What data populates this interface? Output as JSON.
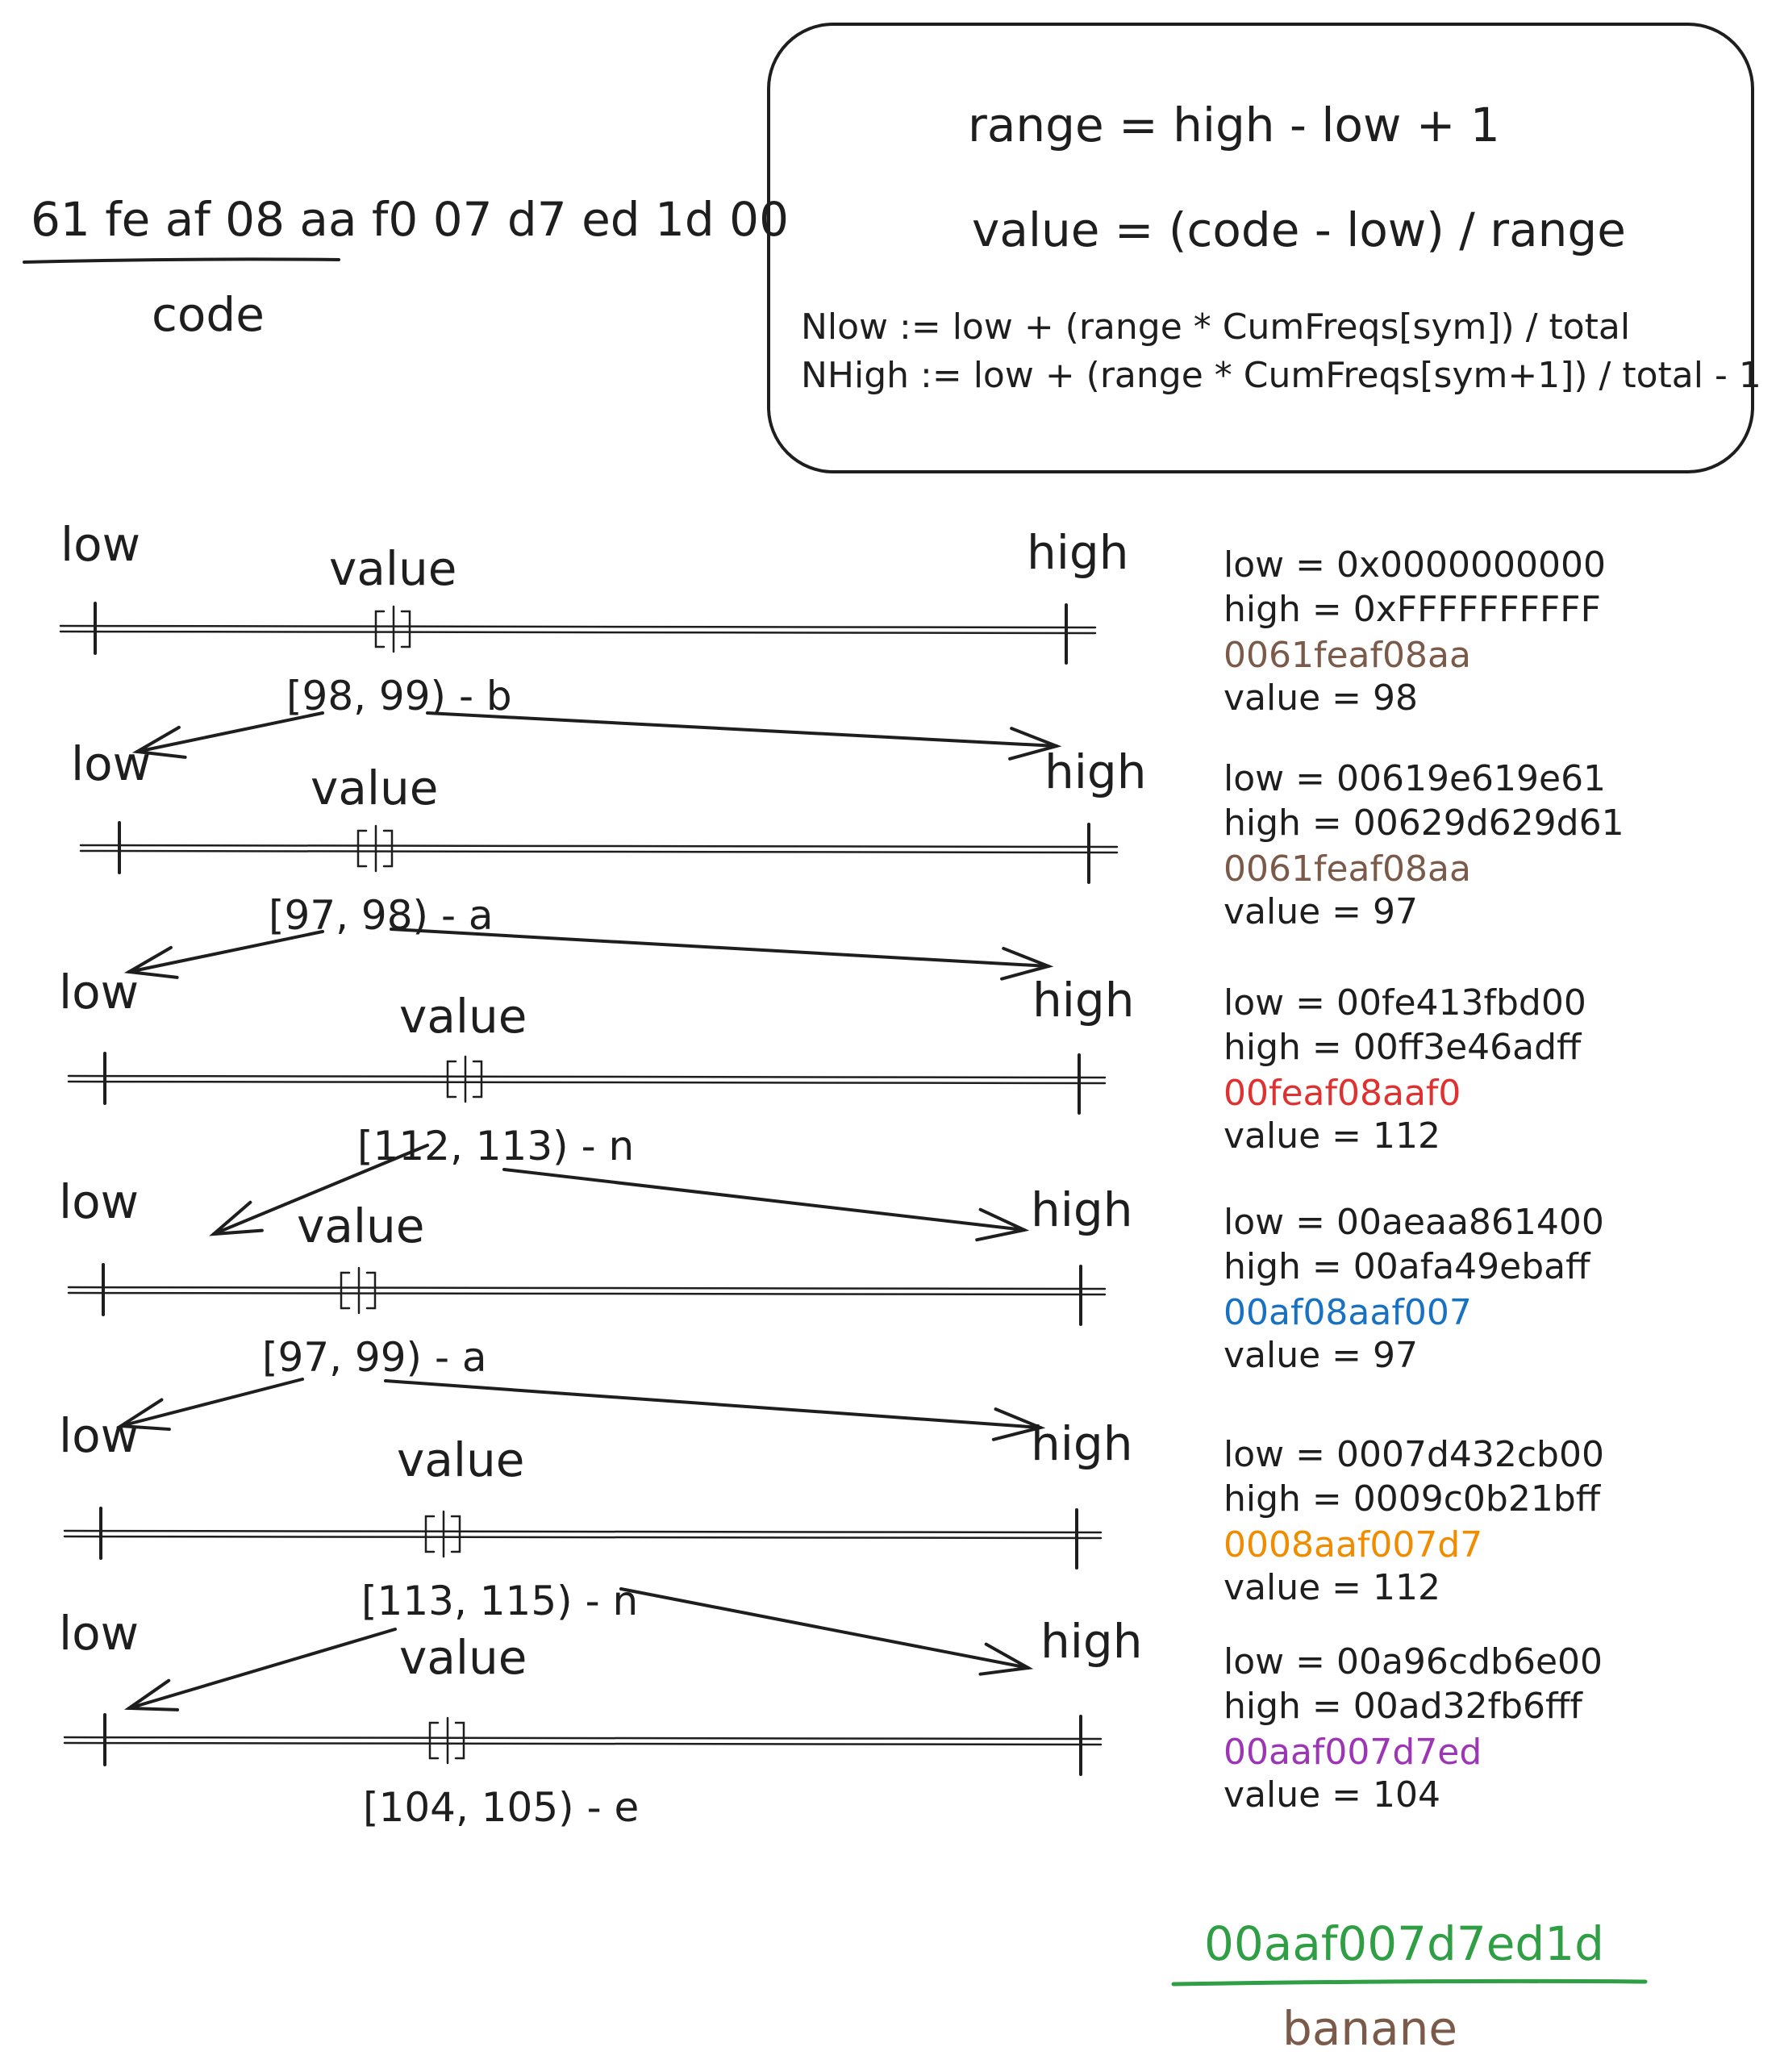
{
  "header": {
    "code_bytes": "61 fe af 08 aa f0 07 d7 ed 1d 00",
    "code_label": "code"
  },
  "formulas": {
    "range": "range = high - low + 1",
    "value": "value = (code - low) / range",
    "nlow": "Nlow := low + (range * CumFreqs[sym]) / total",
    "nhigh": "NHigh := low + (range * CumFreqs[sym+1]) / total - 1"
  },
  "steps": [
    {
      "low_label": "low",
      "value_label": "value",
      "high_label": "high",
      "interval": "[98, 99) - b",
      "low_text": "low = 0x0000000000",
      "high_text": "high = 0xFFFFFFFFFF",
      "code_window": "0061feaf08aa",
      "code_color": "#7b5a4a",
      "value_text": "value = 98"
    },
    {
      "low_label": "low",
      "value_label": "value",
      "high_label": "high",
      "interval": "[97, 98) - a",
      "low_text": "low = 00619e619e61",
      "high_text": "high = 00629d629d61",
      "code_window": "0061feaf08aa",
      "code_color": "#7b5a4a",
      "value_text": "value = 97"
    },
    {
      "low_label": "low",
      "value_label": "value",
      "high_label": "high",
      "interval": "[112, 113) - n",
      "low_text": "low = 00fe413fbd00",
      "high_text": "high = 00ff3e46adff",
      "code_window": "00feaf08aaf0",
      "code_color": "#e03131",
      "value_text": "value = 112"
    },
    {
      "low_label": "low",
      "value_label": "value",
      "high_label": "high",
      "interval": "[97, 99) - a",
      "low_text": "low = 00aeaa861400",
      "high_text": "high = 00afa49ebaff",
      "code_window": "00af08aaf007",
      "code_color": "#1971c2",
      "value_text": "value = 97"
    },
    {
      "low_label": "low",
      "value_label": "value",
      "high_label": "high",
      "interval": "[113, 115) - n",
      "low_text": "low = 0007d432cb00",
      "high_text": "high = 0009c0b21bff",
      "code_window": "0008aaf007d7",
      "code_color": "#f08c00",
      "value_text": "value = 112"
    },
    {
      "low_label": "low",
      "value_label": "value",
      "high_label": "high",
      "interval": "[104, 105) - e",
      "low_text": "low = 00a96cdb6e00",
      "high_text": "high = 00ad32fb6fff",
      "code_window": "00aaf007d7ed",
      "code_color": "#9c36b5",
      "value_text": "value = 104"
    }
  ],
  "footer": {
    "final_code": "00aaf007d7ed1d",
    "final_code_color": "#2f9e44",
    "decoded": "banane",
    "decoded_color": "#7b5a4a"
  }
}
